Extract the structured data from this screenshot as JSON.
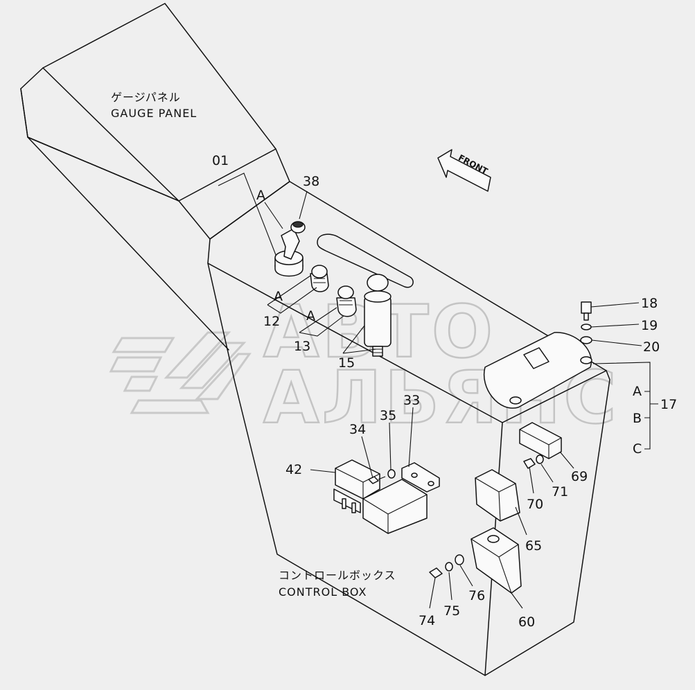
{
  "captions": {
    "gauge_panel_jp": "ゲージパネル",
    "gauge_panel_en": "GAUGE PANEL",
    "control_box_jp": "コントロールボックス",
    "control_box_en": "CONTROL BOX",
    "front": "FRONT"
  },
  "watermark": {
    "line1": "АВТО",
    "line2": "АЛЬЯНС"
  },
  "callouts": {
    "p01": "01",
    "p38": "38",
    "p12": "12",
    "p13": "13",
    "p15": "15",
    "p18": "18",
    "p19": "19",
    "p20": "20",
    "p17": "17",
    "p33": "33",
    "p35": "35",
    "p34": "34",
    "p42": "42",
    "p69": "69",
    "p71": "71",
    "p70": "70",
    "p65": "65",
    "p60": "60",
    "p74": "74",
    "p75": "75",
    "p76": "76"
  },
  "sub_labels": {
    "a_key": "A",
    "a_12": "A",
    "a_13": "A",
    "a_17": "A",
    "b_17": "B",
    "c_17": "C"
  }
}
